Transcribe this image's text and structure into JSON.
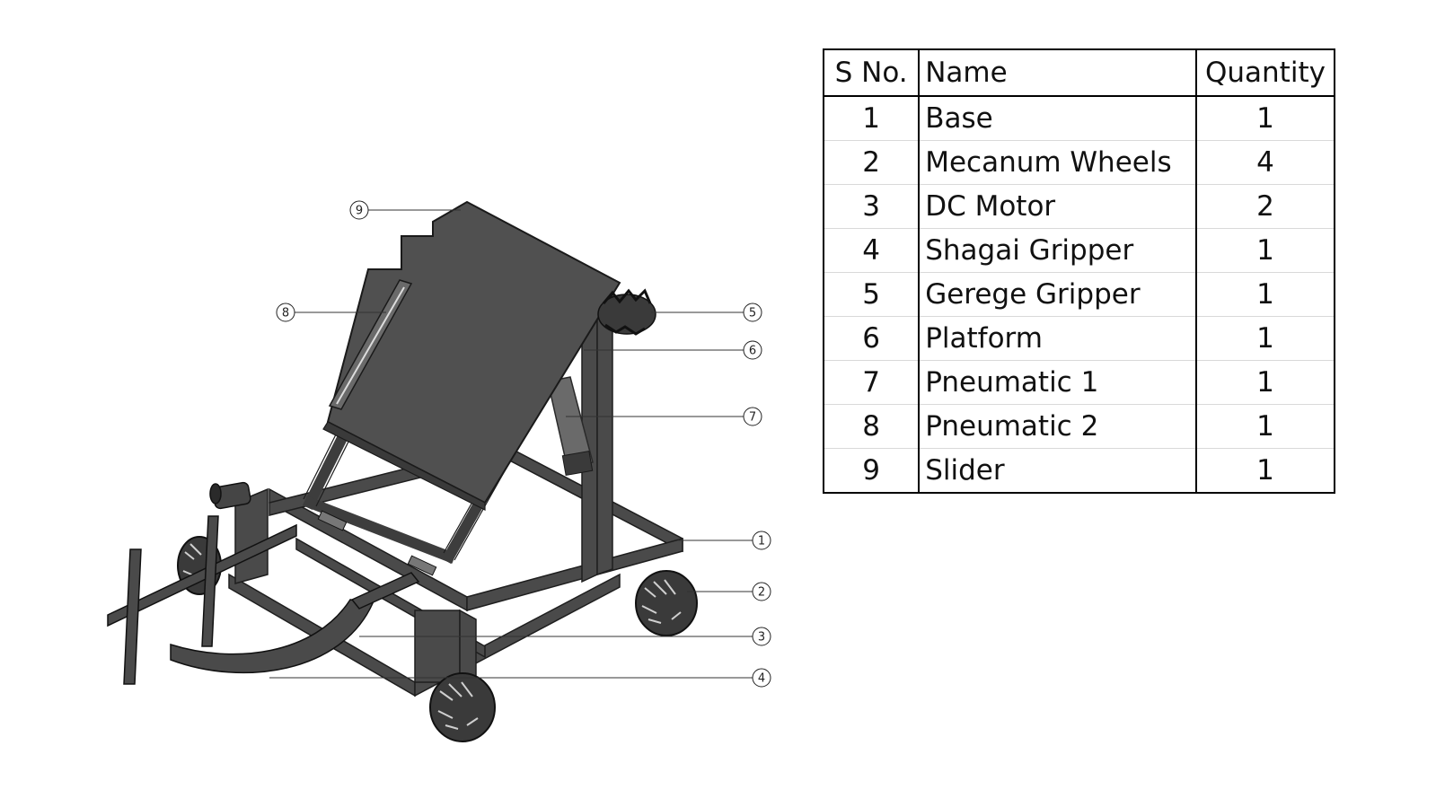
{
  "table": {
    "headers": {
      "sno": "S No.",
      "name": "Name",
      "quantity": "Quantity"
    },
    "rows": [
      {
        "sno": "1",
        "name": "Base",
        "quantity": "1"
      },
      {
        "sno": "2",
        "name": "Mecanum Wheels",
        "quantity": "4"
      },
      {
        "sno": "3",
        "name": "DC Motor",
        "quantity": "2"
      },
      {
        "sno": "4",
        "name": "Shagai Gripper",
        "quantity": "1"
      },
      {
        "sno": "5",
        "name": "Gerege Gripper",
        "quantity": "1"
      },
      {
        "sno": "6",
        "name": "Platform",
        "quantity": "1"
      },
      {
        "sno": "7",
        "name": "Pneumatic 1",
        "quantity": "1"
      },
      {
        "sno": "8",
        "name": "Pneumatic 2",
        "quantity": "1"
      },
      {
        "sno": "9",
        "name": "Slider",
        "quantity": "1"
      }
    ]
  },
  "callouts": {
    "c1": "1",
    "c2": "2",
    "c3": "3",
    "c4": "4",
    "c5": "5",
    "c6": "6",
    "c7": "7",
    "c8": "8",
    "c9": "9"
  },
  "colors": {
    "frame": "#4a4a4a",
    "frame_dark": "#2f2f2f",
    "panel": "#505050",
    "leader": "#333333"
  }
}
